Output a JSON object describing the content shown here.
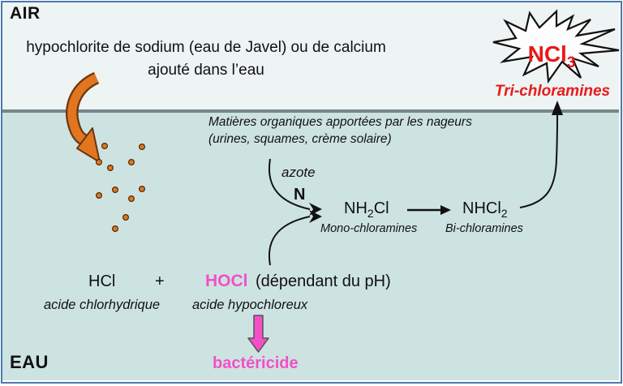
{
  "colors": {
    "air_bg": "#eef3f4",
    "water_bg": "#cde3e2",
    "waterline": "#75858a",
    "frame": "#4b79af",
    "ink": "#111111",
    "red": "#e81a1a",
    "magenta": "#f44fc7",
    "orange": "#e2761f"
  },
  "zones": {
    "air_label": "AIR",
    "water_label": "EAU"
  },
  "intro": {
    "line1": "hypochlorite de sodium (eau de Javel) ou de calcium",
    "line2": "ajouté dans l’eau"
  },
  "organic_matter": {
    "line1": "Matières organiques apportées par les nageurs",
    "line2": "(urines, squames, crème solaire)"
  },
  "nitrogen": {
    "label": "azote",
    "symbol": "N"
  },
  "chloramines": {
    "mono": {
      "formula": {
        "pre": "NH",
        "sub": "2",
        "post": "Cl"
      },
      "label": "Mono-chloramines"
    },
    "bi": {
      "formula": {
        "pre": "NHCl",
        "sub": "2",
        "post": ""
      },
      "label": "Bi-chloramines"
    },
    "tri": {
      "formula": {
        "pre": "NCl",
        "sub": "3",
        "post": ""
      },
      "label": "Tri-chloramines"
    }
  },
  "reaction": {
    "hcl": "HCl",
    "plus": "+",
    "hocl": "HOCl",
    "ph_note": "(dépendant du pH)",
    "hcl_name": "acide chlorhydrique",
    "hocl_name": "acide hypochloreux"
  },
  "effect": {
    "label": "bactéricide"
  }
}
